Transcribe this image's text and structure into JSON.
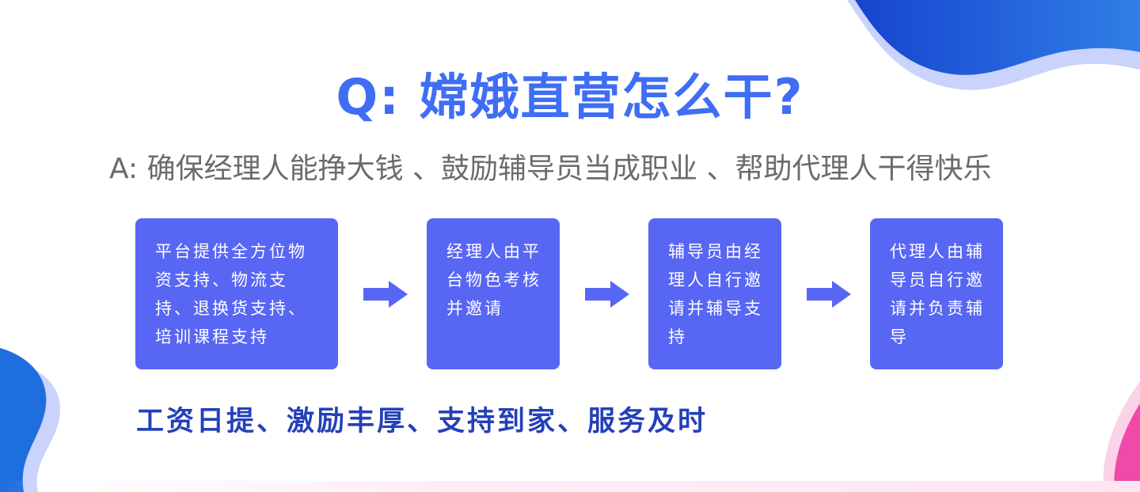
{
  "title": "Q: 嫦娥直营怎么干?",
  "answer": "A: 确保经理人能挣大钱 、鼓励辅导员当成职业 、帮助代理人干得快乐",
  "steps": [
    {
      "text": "平台提供全方位物资支持、物流支持、退换货支持、培训课程支持"
    },
    {
      "text": "经理人由平台物色考核并邀请"
    },
    {
      "text": "辅导员由经理人自行邀请并辅导支持"
    },
    {
      "text": "代理人由辅导员自行邀请并负责辅导"
    }
  ],
  "slogan": "工资日提、激励丰厚、支持到家、服务及时",
  "colors": {
    "title": "#3f6ef4",
    "box": "#5866f4",
    "arrow": "#5866f4",
    "slogan": "#2440b8",
    "wave_blue": "#1f52dc",
    "wave_light": "#c5d0fb",
    "wave_pink": "#ef4aa8"
  }
}
